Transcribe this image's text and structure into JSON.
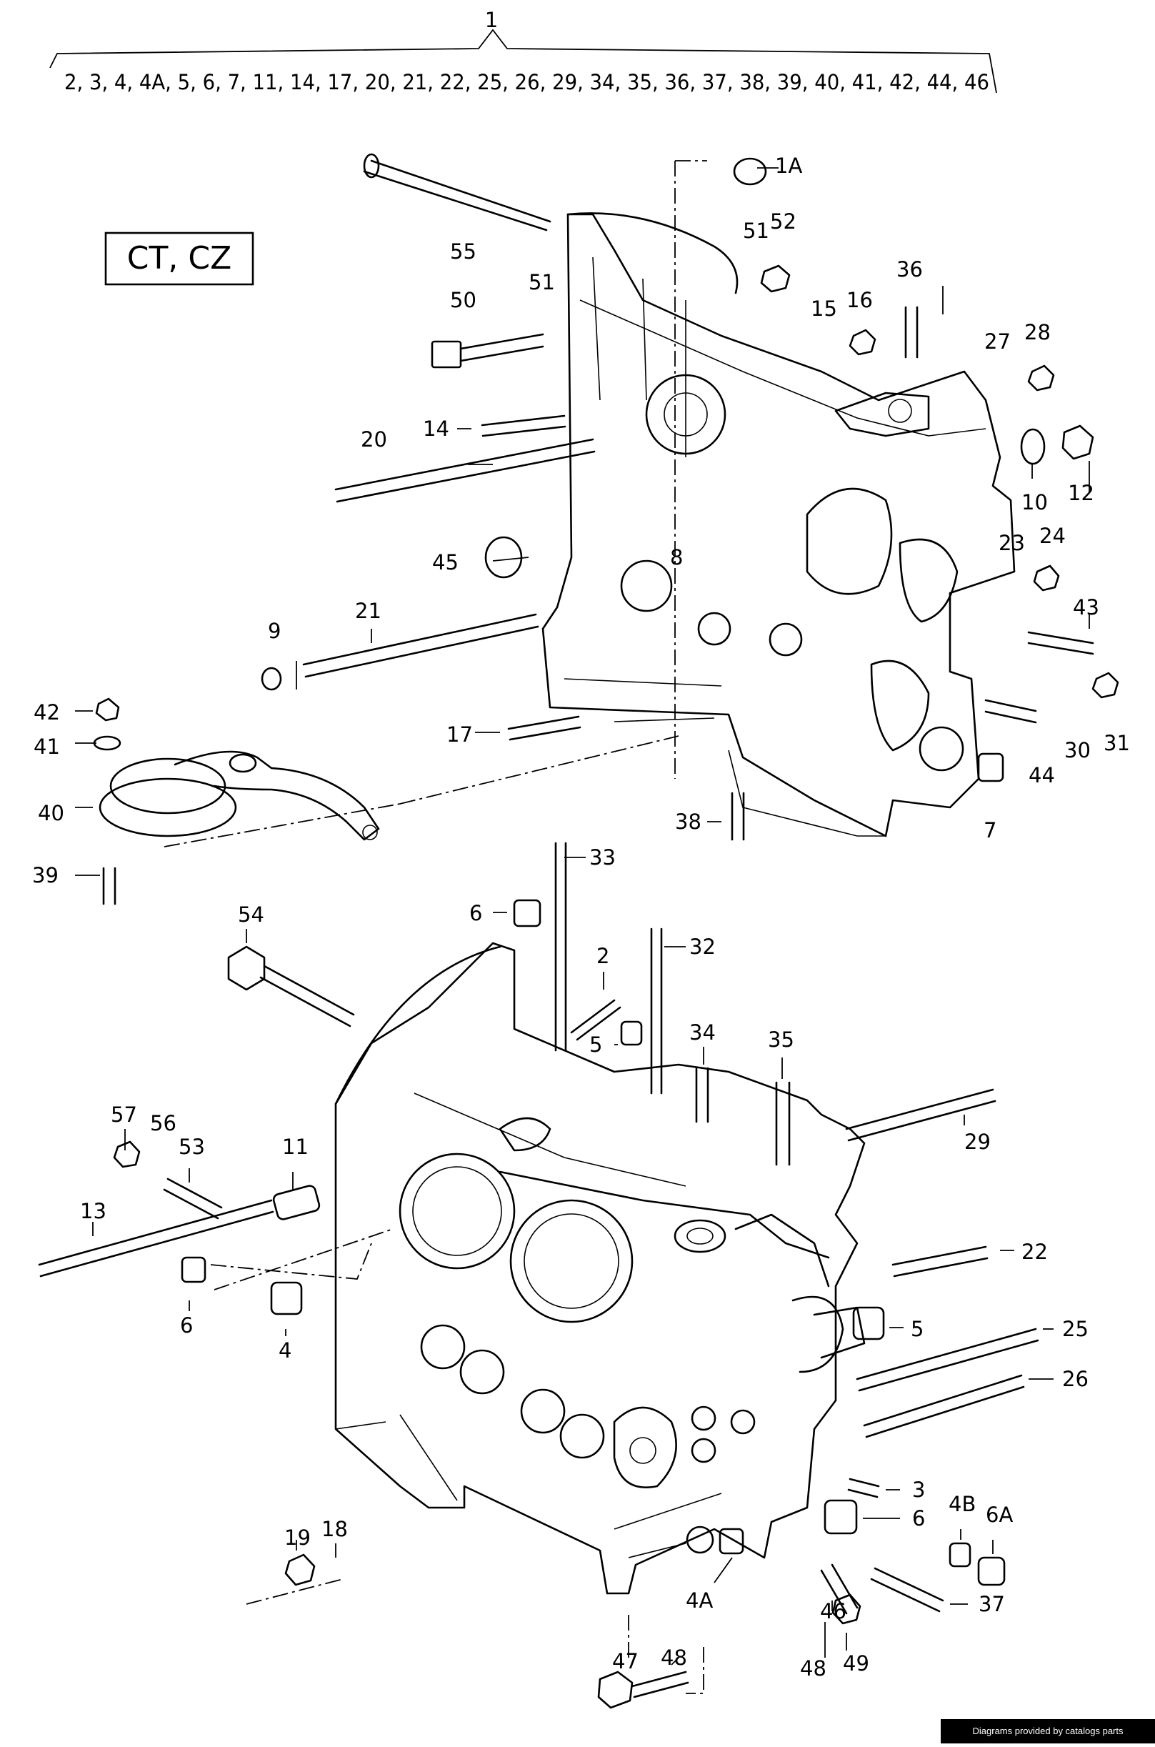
{
  "assembly": {
    "main_ref": "1",
    "includes": "2, 3, 4, 4A, 5, 6, 7, 11, 14, 17, 20, 21, 22, 25, 26, 29, 34, 35, 36, 37, 38, 39, 40, 41, 42, 44, 46"
  },
  "engine_codes": "CT, CZ",
  "labels": {
    "l1A": "1A",
    "l55": "55",
    "l51a": "51",
    "l52": "52",
    "l51b": "51",
    "l50": "50",
    "l36": "36",
    "l15": "15",
    "l16": "16",
    "l27": "27",
    "l28": "28",
    "l14": "14",
    "l20": "20",
    "l10": "10",
    "l12": "12",
    "l23": "23",
    "l24": "24",
    "l45": "45",
    "l8": "8",
    "l9": "9",
    "l21": "21",
    "l43": "43",
    "l42": "42",
    "l41": "41",
    "l40": "40",
    "l39": "39",
    "l17": "17",
    "l30": "30",
    "l31": "31",
    "l44": "44",
    "l38": "38",
    "l7": "7",
    "l33": "33",
    "l6a": "6",
    "l54": "54",
    "l32": "32",
    "l2": "2",
    "l34": "34",
    "l35": "35",
    "l5a": "5",
    "l29": "29",
    "l57": "57",
    "l56": "56",
    "l53": "53",
    "l11": "11",
    "l13": "13",
    "l22": "22",
    "l6b": "6",
    "l4": "4",
    "l5b": "5",
    "l25": "25",
    "l26": "26",
    "l3": "3",
    "l6c": "6",
    "l4B": "4B",
    "l6A": "6A",
    "l19": "19",
    "l18": "18",
    "l4A": "4A",
    "l46": "46",
    "l37": "37",
    "l47": "47",
    "l48a": "48",
    "l48b": "48",
    "l49": "49"
  },
  "footer": {
    "credit": "Diagrams provided by catalogs parts"
  }
}
